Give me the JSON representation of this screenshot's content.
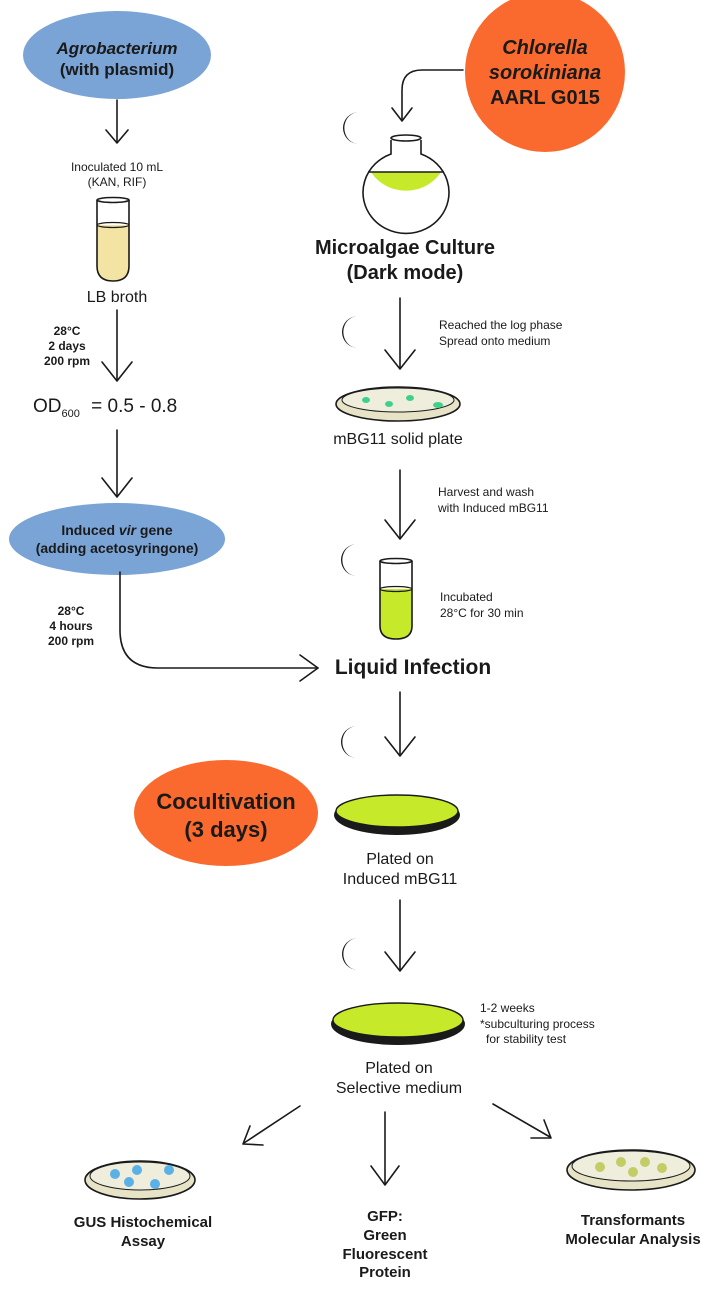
{
  "colors": {
    "blue_bubble": "#7aa3d6",
    "orange_bubble": "#fa6a2e",
    "algae_green": "#c6ea2a",
    "broth_yellow": "#f4e4a4",
    "dish_fill": "#efeedd",
    "colony_green": "#3fd08a",
    "colony_blue": "#5bb0e6",
    "colony_olive": "#c4cc66",
    "ink": "#1a1a1a"
  },
  "left": {
    "agro_name": "Agrobacterium",
    "agro_sub": "(with plasmid)",
    "inoculated_1": "Inoculated 10 mL",
    "inoculated_2": "(KAN, RIF)",
    "lb_broth": "LB broth",
    "cond1": {
      "temp": "28°C",
      "time": "2 days",
      "rpm": "200 rpm"
    },
    "od_label": "OD",
    "od_sub": "600",
    "od_value": "= 0.5 - 0.8",
    "induced_1_pre": "Induced ",
    "induced_1_italic": "vir",
    "induced_1_post": " gene",
    "induced_2": "(adding acetosyringone)",
    "cond2": {
      "temp": "28°C",
      "time": "4 hours",
      "rpm": "200 rpm"
    }
  },
  "right": {
    "strain_1": "Chlorella",
    "strain_2": "sorokiniana",
    "strain_3": "AARL G015",
    "culture_1": "Microalgae Culture",
    "culture_2": "(Dark mode)",
    "log_1": "Reached the log phase",
    "log_2": "Spread onto medium",
    "plate_label": "mBG11 solid plate",
    "harvest_1": "Harvest and wash",
    "harvest_2": "with Induced mBG11",
    "incub_1": "Incubated",
    "incub_2": "28°C for 30 min"
  },
  "center": {
    "liquid_infection": "Liquid Infection",
    "cocult_1": "Cocultivation",
    "cocult_2": "(3 days)",
    "plated1_1": "Plated on",
    "plated1_2": "Induced mBG11",
    "weeks_1": "1-2 weeks",
    "weeks_2": "*subculturing process",
    "weeks_3": "for stability test",
    "plated2_1": "Plated on",
    "plated2_2": "Selective medium"
  },
  "outputs": {
    "gus_1": "GUS Histochemical",
    "gus_2": "Assay",
    "gfp_1": "GFP:",
    "gfp_2": "Green",
    "gfp_3": "Fluorescent",
    "gfp_4": "Protein",
    "tr_1": "Transformants",
    "tr_2": "Molecular Analysis"
  },
  "icons": [
    "moon-icon",
    "flask-icon",
    "test-tube-icon",
    "petri-dish-icon",
    "arrow-icon"
  ]
}
